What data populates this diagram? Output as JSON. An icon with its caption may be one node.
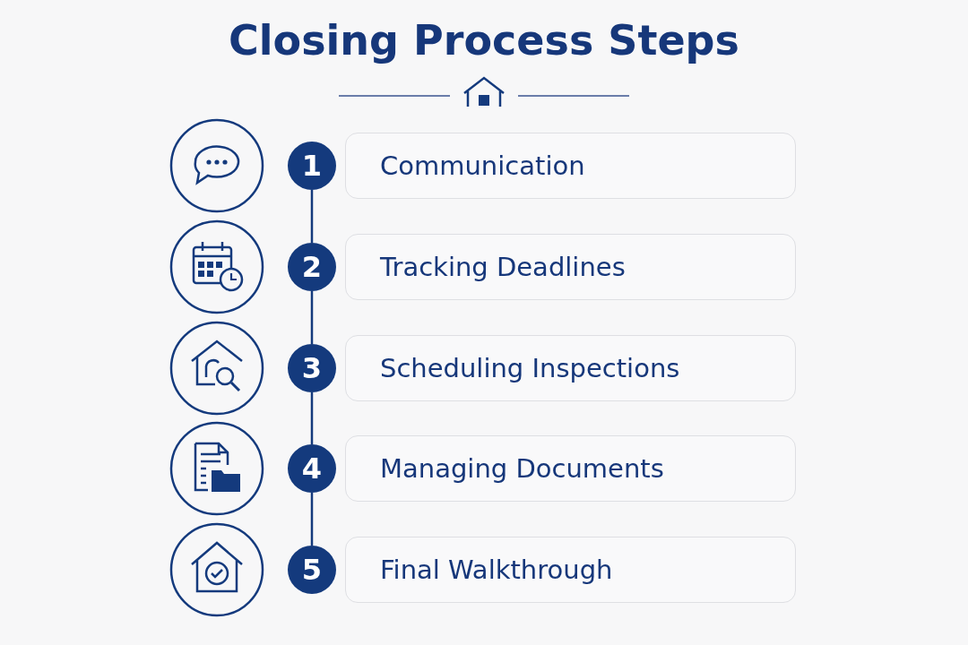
{
  "diagram": {
    "title": "Closing Process Steps",
    "nodes": [
      {
        "text": [
          "1"
        ]
      },
      {
        "text": [
          "Communication"
        ]
      },
      {
        "text": [
          "2"
        ]
      },
      {
        "text": [
          "Tracking Deadlines"
        ]
      },
      {
        "text": [
          "3"
        ]
      },
      {
        "text": [
          "Scheduling Inspections"
        ]
      },
      {
        "text": [
          "4"
        ]
      },
      {
        "text": [
          "Managing Documents"
        ]
      },
      {
        "text": [
          "5"
        ]
      },
      {
        "text": [
          "Final Walkthrough"
        ]
      }
    ],
    "edges": [
      {
        "from": 0,
        "to": 2,
        "arrow": "none"
      },
      {
        "from": 2,
        "to": 4,
        "arrow": "none"
      },
      {
        "from": 4,
        "to": 6,
        "arrow": "none"
      },
      {
        "from": 6,
        "to": 8,
        "arrow": "none"
      }
    ]
  }
}
